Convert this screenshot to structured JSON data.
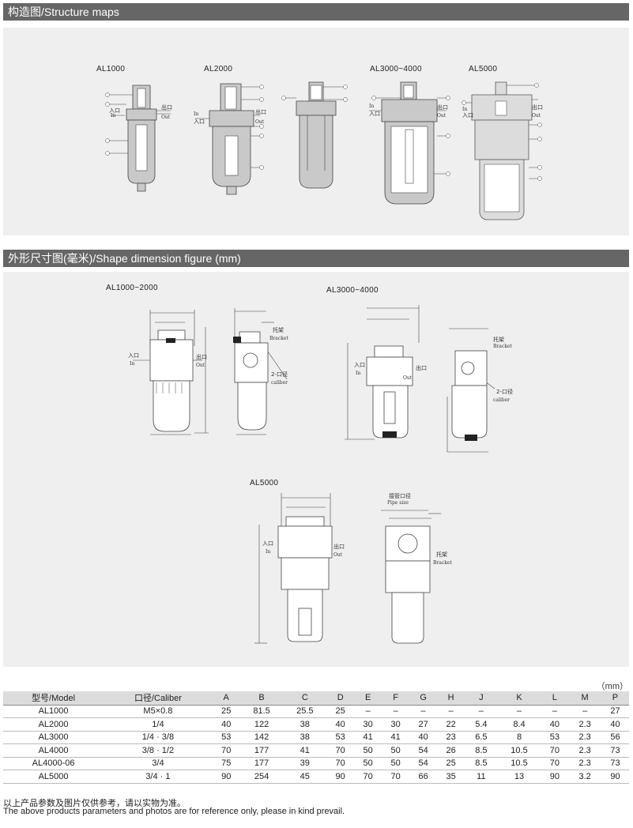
{
  "section_structure": {
    "title": "构造图/Structure maps"
  },
  "section_dimension": {
    "title": "外形尺寸图(毫米)/Shape dimension figure (mm)"
  },
  "structure_models": [
    "AL1000",
    "AL2000",
    "AL3000~4000",
    "AL5000"
  ],
  "dimension_models": [
    "AL1000~2000",
    "AL3000~4000",
    "AL5000"
  ],
  "diagram_labels": {
    "in_cn": "入口",
    "in_en": "In",
    "out_cn": "出口",
    "out_en": "Out",
    "bracket_cn": "托架",
    "bracket_en": "Bracket",
    "caliber_cn": "2-口径",
    "caliber_en": "caliber",
    "pipe_cn": "接管口径",
    "pipe_en": "Pipe size"
  },
  "unit_note": "（mm）",
  "table": {
    "headers": [
      "型号/Model",
      "口径/Caliber",
      "A",
      "B",
      "C",
      "D",
      "E",
      "F",
      "G",
      "H",
      "J",
      "K",
      "L",
      "M",
      "P"
    ],
    "rows": [
      [
        "AL1000",
        "M5×0.8",
        "25",
        "81.5",
        "25.5",
        "25",
        "–",
        "–",
        "–",
        "–",
        "–",
        "–",
        "–",
        "–",
        "27"
      ],
      [
        "AL2000",
        "1/4",
        "40",
        "122",
        "38",
        "40",
        "30",
        "30",
        "27",
        "22",
        "5.4",
        "8.4",
        "40",
        "2.3",
        "40"
      ],
      [
        "AL3000",
        "1/4 · 3/8",
        "53",
        "142",
        "38",
        "53",
        "41",
        "41",
        "40",
        "23",
        "6.5",
        "8",
        "53",
        "2.3",
        "56"
      ],
      [
        "AL4000",
        "3/8 · 1/2",
        "70",
        "177",
        "41",
        "70",
        "50",
        "50",
        "54",
        "26",
        "8.5",
        "10.5",
        "70",
        "2.3",
        "73"
      ],
      [
        "AL4000-06",
        "3/4",
        "75",
        "177",
        "39",
        "70",
        "50",
        "50",
        "54",
        "25",
        "8.5",
        "10.5",
        "70",
        "2.3",
        "73"
      ],
      [
        "AL5000",
        "3/4 · 1",
        "90",
        "254",
        "45",
        "90",
        "70",
        "70",
        "66",
        "35",
        "11",
        "13",
        "90",
        "3.2",
        "90"
      ]
    ]
  },
  "footnote_cn": "以上产品参数及图片仅供参考，请以实物为准。",
  "footnote_en": "The above products parameters and photos are for reference only, please in kind prevail."
}
